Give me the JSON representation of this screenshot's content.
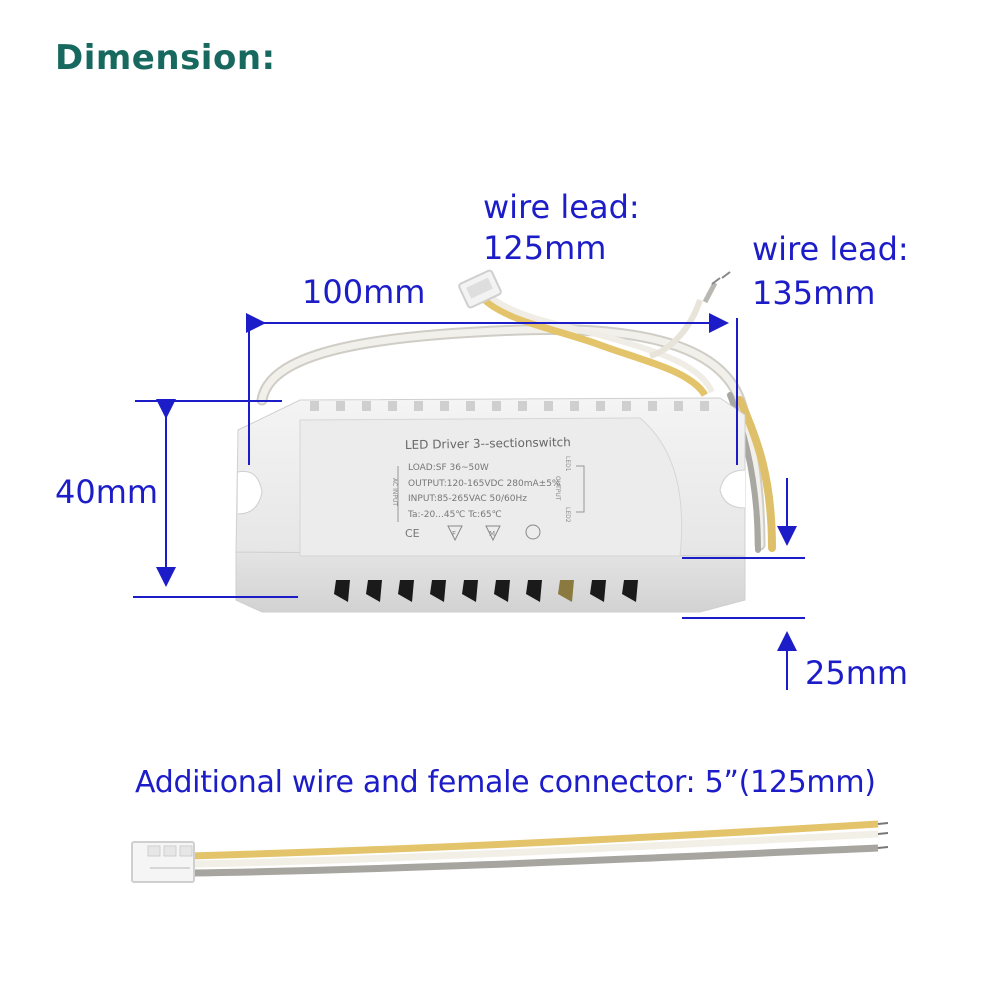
{
  "heading": "Dimension:",
  "dimensions": {
    "length": "100mm",
    "width": "40mm",
    "height": "25mm",
    "wire_lead_input_label": "wire lead:",
    "wire_lead_input_value": "125mm",
    "wire_lead_output_label": "wire lead:",
    "wire_lead_output_value": "135mm"
  },
  "product_label": {
    "title": "LED Driver 3--sectionswitch",
    "load": "LOAD:SF 36~50W",
    "output": "OUTPUT:120-165VDC 280mA±5%",
    "input": "INPUT:85-265VAC 50/60Hz",
    "temp": "Ta:-20...45℃  Tc:65℃",
    "ac_input": "AC INPUT",
    "output_side": "OUTPUT",
    "led1": "LED1",
    "led2": "LED2",
    "marks": [
      "CE",
      "F",
      "M"
    ]
  },
  "caption": "Additional wire and female connector: 5”(125mm)",
  "colors": {
    "heading": "#17695f",
    "dimension": "#1c1cc8",
    "wire_yellow": "#e3c46a",
    "wire_white": "#efece4",
    "wire_grey": "#a7a59f"
  }
}
